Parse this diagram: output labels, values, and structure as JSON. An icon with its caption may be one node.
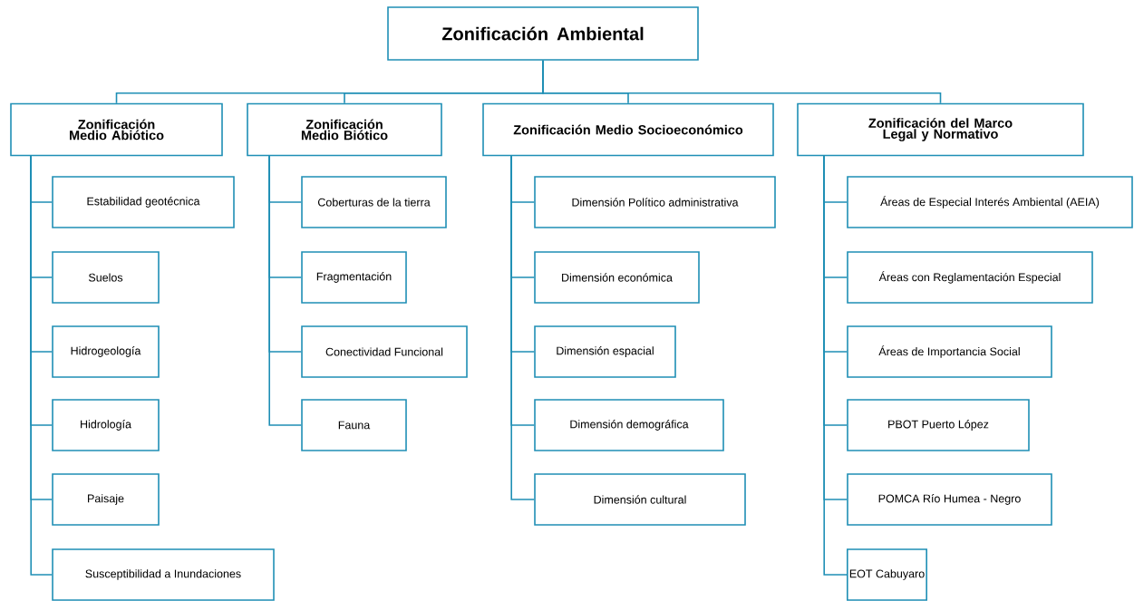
{
  "diagram": {
    "nodes": [
      {
        "text": [
          "Zonificación Ambiental"
        ]
      },
      {
        "text": [
          "Zonificación Medio Abiótico"
        ]
      },
      {
        "text": [
          "Estabilidad geotécnica"
        ]
      },
      {
        "text": [
          "Suelos"
        ]
      },
      {
        "text": [
          "Hidrogeología"
        ]
      },
      {
        "text": [
          "Hidrología"
        ]
      },
      {
        "text": [
          "Paisaje"
        ]
      },
      {
        "text": [
          "Susceptibilidad a Inundaciones"
        ]
      },
      {
        "text": [
          "Zonificación Medio Biótico"
        ]
      },
      {
        "text": [
          "Coberturas de la tierra"
        ]
      },
      {
        "text": [
          "Fragmentación"
        ]
      },
      {
        "text": [
          "Conectividad Funcional"
        ]
      },
      {
        "text": [
          "Fauna"
        ]
      },
      {
        "text": [
          "Zonificación Medio Socioeconómico"
        ]
      },
      {
        "text": [
          "Dimensión Político administrativa"
        ]
      },
      {
        "text": [
          "Dimensión económica"
        ]
      },
      {
        "text": [
          "Dimensión espacial"
        ]
      },
      {
        "text": [
          "Dimensión demográfica"
        ]
      },
      {
        "text": [
          "Dimensión cultural"
        ]
      },
      {
        "text": [
          "Zonificación del Marco Legal y Normativo"
        ]
      },
      {
        "text": [
          "Áreas de Especial Interés Ambiental (AEIA)"
        ]
      },
      {
        "text": [
          "Áreas con Reglamentación Especial"
        ]
      },
      {
        "text": [
          "Áreas de Importancia Social"
        ]
      },
      {
        "text": [
          "PBOT Puerto López"
        ]
      },
      {
        "text": [
          "POMCA Río Humea - Negro"
        ]
      },
      {
        "text": [
          "EOT Cabuyaro"
        ]
      }
    ],
    "edges": [
      {
        "from": 0,
        "to": 1,
        "arrow": "none"
      },
      {
        "from": 0,
        "to": 8,
        "arrow": "none"
      },
      {
        "from": 0,
        "to": 13,
        "arrow": "none"
      },
      {
        "from": 0,
        "to": 19,
        "arrow": "none"
      },
      {
        "from": 1,
        "to": 2,
        "arrow": "none"
      },
      {
        "from": 1,
        "to": 3,
        "arrow": "none"
      },
      {
        "from": 1,
        "to": 4,
        "arrow": "none"
      },
      {
        "from": 1,
        "to": 5,
        "arrow": "none"
      },
      {
        "from": 1,
        "to": 6,
        "arrow": "none"
      },
      {
        "from": 1,
        "to": 7,
        "arrow": "none"
      },
      {
        "from": 8,
        "to": 9,
        "arrow": "none"
      },
      {
        "from": 8,
        "to": 10,
        "arrow": "none"
      },
      {
        "from": 8,
        "to": 11,
        "arrow": "none"
      },
      {
        "from": 8,
        "to": 12,
        "arrow": "none"
      },
      {
        "from": 13,
        "to": 14,
        "arrow": "none"
      },
      {
        "from": 13,
        "to": 15,
        "arrow": "none"
      },
      {
        "from": 13,
        "to": 16,
        "arrow": "none"
      },
      {
        "from": 13,
        "to": 17,
        "arrow": "none"
      },
      {
        "from": 13,
        "to": 18,
        "arrow": "none"
      },
      {
        "from": 19,
        "to": 20,
        "arrow": "none"
      },
      {
        "from": 19,
        "to": 21,
        "arrow": "none"
      },
      {
        "from": 19,
        "to": 22,
        "arrow": "none"
      },
      {
        "from": 19,
        "to": 23,
        "arrow": "none"
      },
      {
        "from": 19,
        "to": 24,
        "arrow": "none"
      },
      {
        "from": 19,
        "to": 25,
        "arrow": "none"
      }
    ]
  }
}
